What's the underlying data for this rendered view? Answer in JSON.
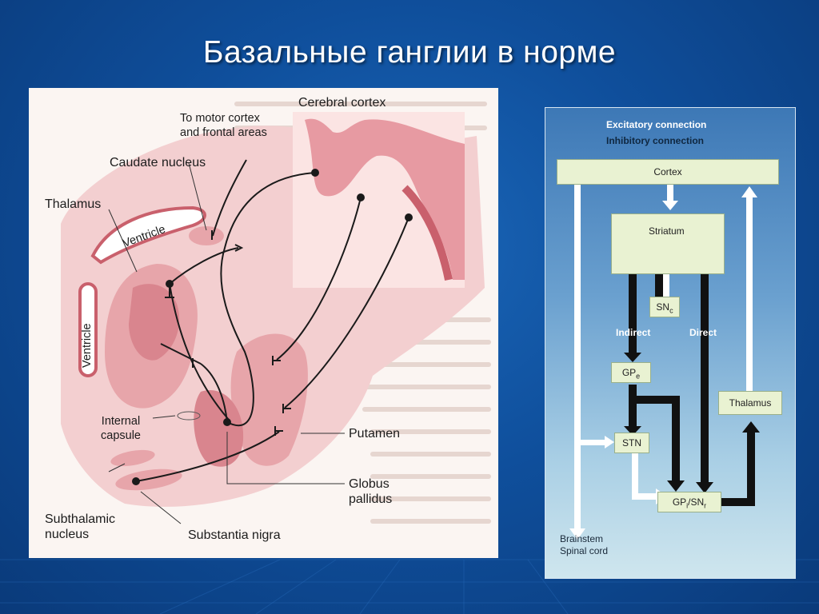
{
  "slide": {
    "title": "Базальные ганглии в норме"
  },
  "left_diagram": {
    "labels": {
      "cerebral_cortex": "Cerebral cortex",
      "to_motor_cortex": "To motor cortex\nand frontal areas",
      "caudate_nucleus": "Caudate nucleus",
      "thalamus": "Thalamus",
      "ventricle_top": "Ventricle",
      "ventricle_side": "Ventricle",
      "internal_capsule": "Internal\ncapsule",
      "putamen": "Putamen",
      "globus_pallidus": "Globus\npallidus",
      "subthalamic_nucleus": "Subthalamic\nnucleus",
      "substantia_nigra": "Substantia nigra"
    },
    "colors": {
      "tissue": "#e7a5aa",
      "tissue_dark": "#c9606c",
      "tissue_light": "#f6d3d3",
      "line": "#1a1a1a"
    }
  },
  "right_diagram": {
    "legend": {
      "excitatory": "Excitatory connection",
      "inhibitory": "Inhibitory connection"
    },
    "nodes": {
      "cortex": "Cortex",
      "striatum": "Striatum",
      "snc_main": "SN",
      "snc_sub": "c",
      "gpe_main": "GP",
      "gpe_sub": "e",
      "stn": "STN",
      "gpi_main": "GP",
      "gpi_sub1": "i",
      "gpi_mid": "/SN",
      "gpi_sub2": "r",
      "thalamus": "Thalamus"
    },
    "path_labels": {
      "indirect": "Indirect",
      "direct": "Direct"
    },
    "brainstem": "Brainstem\nSpinal cord",
    "colors": {
      "excitatory": "#ffffff",
      "inhibitory": "#111111",
      "box_fill": "#e9f2d2"
    }
  }
}
